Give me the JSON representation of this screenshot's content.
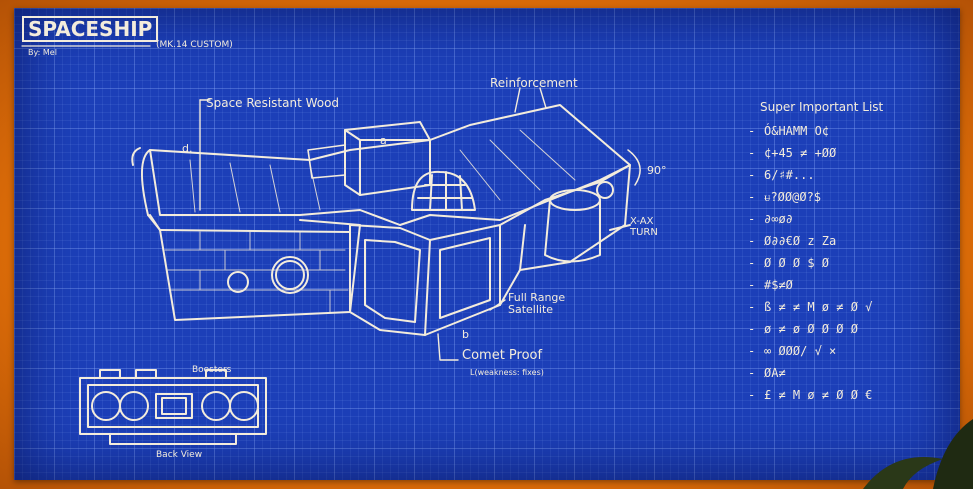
{
  "blueprint": {
    "title": "SPACESHIP",
    "subtitle": "(MK.14 CUSTOM)",
    "author": "By: Mel"
  },
  "labels": {
    "space_wood": "Space Resistant Wood",
    "reinforcement": "Reinforcement",
    "angle": "90°",
    "xax_turn": "X-AX TURN",
    "satellite": "Full Range Satellite",
    "comet_proof": "Comet Proof",
    "weakness": "L(weakness: fixes)",
    "marker_a": "a",
    "marker_b": "b",
    "marker_d": "d.",
    "boosters": "Boosters",
    "back_view": "Back View"
  },
  "important_list": {
    "title": "Super Important List",
    "items": [
      "Ó&HAMM O¢",
      "¢+45 ≠ +ØØ",
      "6/♯#...",
      "ᵾ?ØØ@Ø?$",
      "∂∞ø∂",
      "Ø∂∂€Ø z Za",
      "Ø Ø Ø $ Ø",
      "#$≠Ø",
      "ß ≠ ≠ M ø ≠ Ø √",
      "ø ≠ ø Ø Ø Ø Ø",
      "∞ ØØØ/ √ ×",
      "ØA≠",
      "£ ≠ M ø ≠ Ø Ø €"
    ]
  },
  "colors": {
    "blueprint_bg": "#1c3fb8",
    "chalk": "#f3ecdc",
    "frame": "#e8780d"
  }
}
